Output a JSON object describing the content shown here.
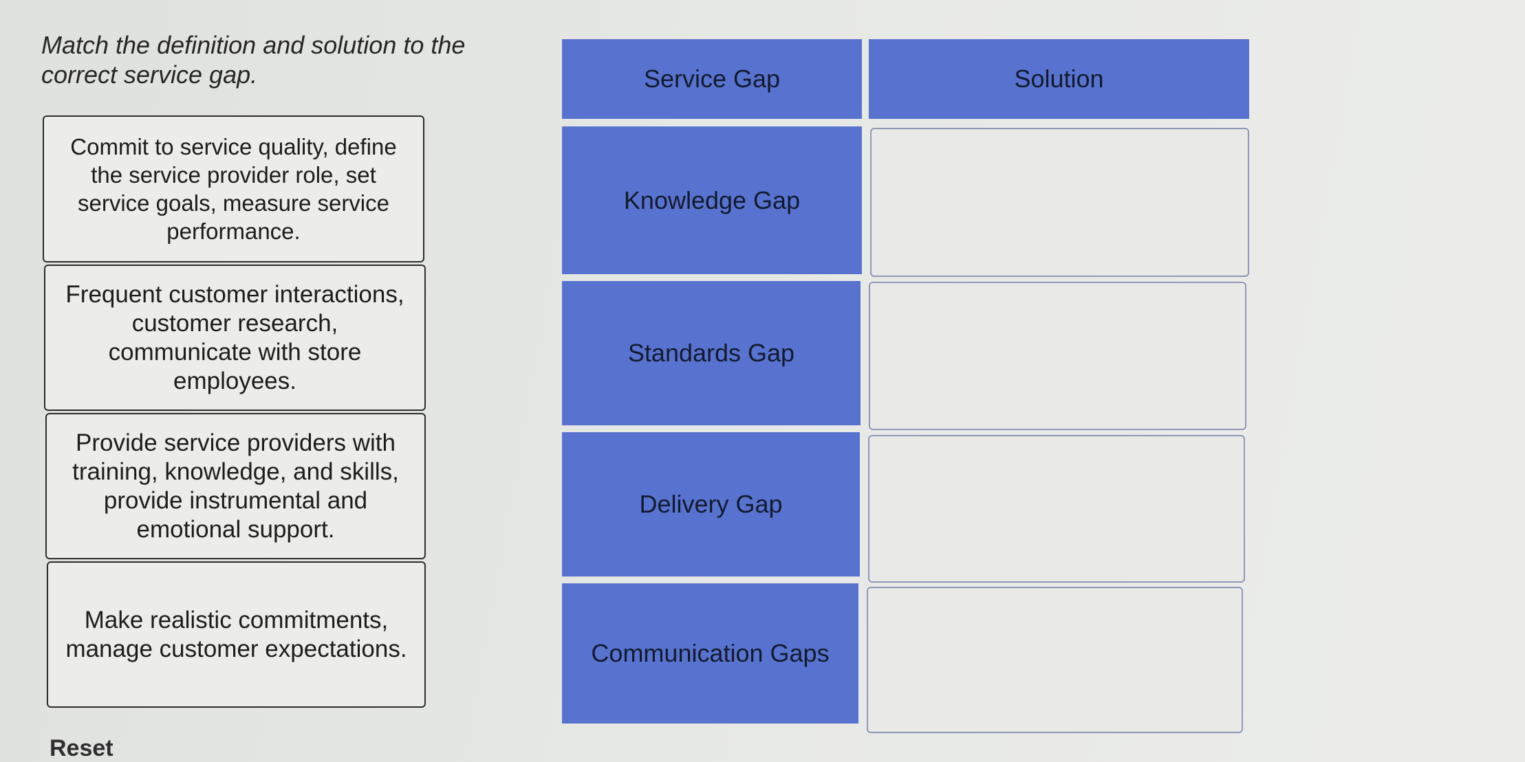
{
  "instructions": {
    "text": "Match the definition and solution to the correct service gap."
  },
  "cards": [
    {
      "text": "Commit to service quality, define the service provider role, set service goals, measure service performance."
    },
    {
      "text": "Frequent customer interactions, customer research, communicate with store employees."
    },
    {
      "text": "Provide service providers with training, knowledge, and skills, provide instrumental and emotional support."
    },
    {
      "text": "Make realistic commitments, manage customer expectations."
    }
  ],
  "reset": {
    "label": "Reset"
  },
  "table": {
    "headers": {
      "service_gap": "Service Gap",
      "solution": "Solution"
    },
    "rows": [
      {
        "gap": "Knowledge Gap",
        "solution": ""
      },
      {
        "gap": "Standards Gap",
        "solution": ""
      },
      {
        "gap": "Delivery Gap",
        "solution": ""
      },
      {
        "gap": "Communication Gaps",
        "solution": ""
      }
    ]
  },
  "colors": {
    "header_blue": "#5773cf",
    "background": "#e3e5e2",
    "card_border": "#2b2b2b"
  }
}
